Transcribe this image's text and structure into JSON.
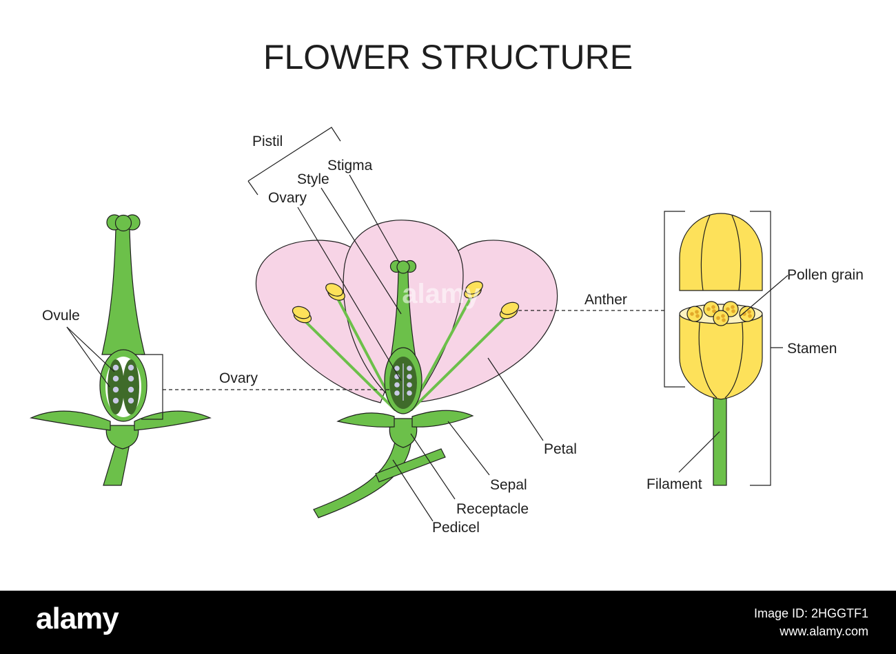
{
  "title": "FLOWER STRUCTURE",
  "colors": {
    "stem_green": "#6cc04a",
    "dark_green": "#3f6b2a",
    "petal_pink": "#f7d4e6",
    "anther_yellow": "#fde15a",
    "pollen_orange": "#e3a92a",
    "ovule_lavender": "#c9c9e6"
  },
  "labels": {
    "pistil": "Pistil",
    "stigma": "Stigma",
    "style": "Style",
    "ovary_top": "Ovary",
    "ovule": "Ovule",
    "ovary_mid": "Ovary",
    "anther": "Anther",
    "pollen_grain": "Pollen grain",
    "stamen": "Stamen",
    "petal": "Petal",
    "sepal": "Sepal",
    "receptacle": "Receptacle",
    "pedicel": "Pedicel",
    "filament": "Filament"
  },
  "watermark": "alamy",
  "footer": {
    "logo": "alamy",
    "image_id": "Image ID: 2HGGTF1",
    "site": "www.alamy.com"
  }
}
